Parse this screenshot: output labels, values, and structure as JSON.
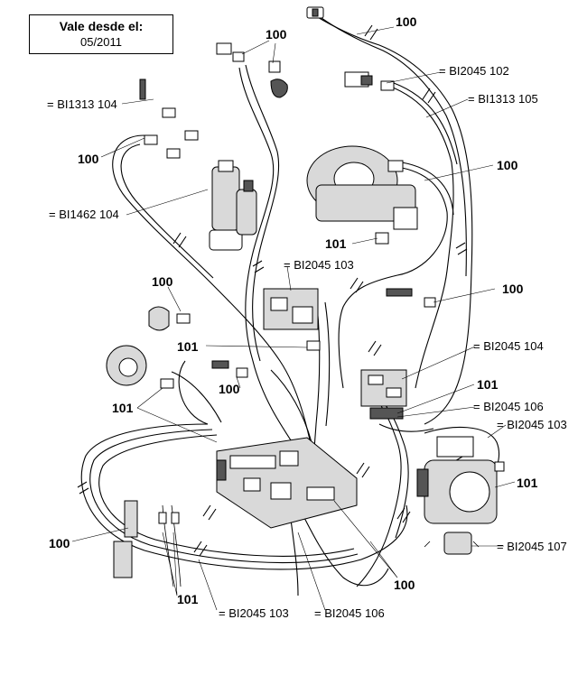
{
  "validity": {
    "line1": "Vale desde el:",
    "line2": "05/2011"
  },
  "labels": {
    "l01": "100",
    "l02": "100",
    "l03": "= BI2045 102",
    "l04": "= BI1313 104",
    "l05": "= BI1313 105",
    "l06": "100",
    "l07": "100",
    "l08": "= BI1462 104",
    "l09": "101",
    "l10": "= BI2045 103",
    "l11": "100",
    "l12": "100",
    "l13": "101",
    "l14": "= BI2045 104",
    "l15": "100",
    "l16": "101",
    "l17": "101",
    "l18": "= BI2045 106",
    "l19": "= BI2045 103",
    "l20": "101",
    "l21": "100",
    "l22": "= BI2045 107",
    "l23": "100",
    "l24": "101",
    "l25": "= BI2045 103",
    "l26": "= BI2045 106"
  }
}
